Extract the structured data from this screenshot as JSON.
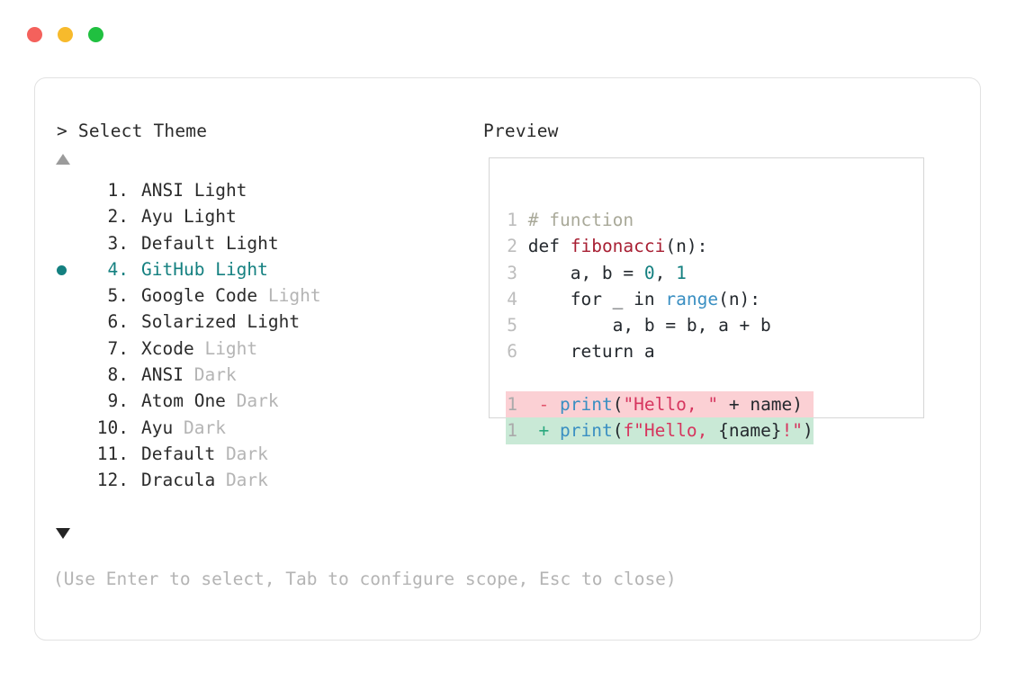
{
  "window": {
    "dots": [
      {
        "name": "close-dot",
        "color": "#f4615c"
      },
      {
        "name": "minimize-dot",
        "color": "#f7ba2c"
      },
      {
        "name": "maximize-dot",
        "color": "#20c040"
      }
    ]
  },
  "header": {
    "prompt": "> Select Theme",
    "preview_label": "Preview"
  },
  "scroll": {
    "up_indicator": "▲",
    "down_indicator": "▼"
  },
  "theme_list": {
    "selected_index": 4,
    "items": [
      {
        "num": "1.",
        "name": "ANSI",
        "variant": "Light",
        "variant_dim": false,
        "selected": false
      },
      {
        "num": "2.",
        "name": "Ayu",
        "variant": "Light",
        "variant_dim": false,
        "selected": false
      },
      {
        "num": "3.",
        "name": "Default",
        "variant": "Light",
        "variant_dim": false,
        "selected": false
      },
      {
        "num": "4.",
        "name": "GitHub",
        "variant": "Light",
        "variant_dim": false,
        "selected": true
      },
      {
        "num": "5.",
        "name": "Google Code",
        "variant": "Light",
        "variant_dim": true,
        "selected": false
      },
      {
        "num": "6.",
        "name": "Solarized",
        "variant": "Light",
        "variant_dim": false,
        "selected": false
      },
      {
        "num": "7.",
        "name": "Xcode",
        "variant": "Light",
        "variant_dim": true,
        "selected": false
      },
      {
        "num": "8.",
        "name": "ANSI",
        "variant": "Dark",
        "variant_dim": true,
        "selected": false
      },
      {
        "num": "9.",
        "name": "Atom One",
        "variant": "Dark",
        "variant_dim": true,
        "selected": false
      },
      {
        "num": "10.",
        "name": "Ayu",
        "variant": "Dark",
        "variant_dim": true,
        "selected": false
      },
      {
        "num": "11.",
        "name": "Default",
        "variant": "Dark",
        "variant_dim": true,
        "selected": false
      },
      {
        "num": "12.",
        "name": "Dracula",
        "variant": "Dark",
        "variant_dim": true,
        "selected": false
      }
    ]
  },
  "hint": "(Use Enter to select, Tab to configure scope, Esc to close)",
  "preview": {
    "code_lines": [
      {
        "ln": "1",
        "kind": "normal",
        "tokens": [
          {
            "t": "# function",
            "c": "comment"
          }
        ]
      },
      {
        "ln": "2",
        "kind": "normal",
        "tokens": [
          {
            "t": "def ",
            "c": "plain"
          },
          {
            "t": "fibonacci",
            "c": "func"
          },
          {
            "t": "(n):",
            "c": "plain"
          }
        ]
      },
      {
        "ln": "3",
        "kind": "normal",
        "tokens": [
          {
            "t": "    a, b = ",
            "c": "plain"
          },
          {
            "t": "0",
            "c": "num"
          },
          {
            "t": ", ",
            "c": "plain"
          },
          {
            "t": "1",
            "c": "num"
          }
        ]
      },
      {
        "ln": "4",
        "kind": "normal",
        "tokens": [
          {
            "t": "    for _ in ",
            "c": "plain"
          },
          {
            "t": "range",
            "c": "builtin"
          },
          {
            "t": "(n):",
            "c": "plain"
          }
        ]
      },
      {
        "ln": "5",
        "kind": "normal",
        "tokens": [
          {
            "t": "        a, b = b, a + b",
            "c": "plain"
          }
        ]
      },
      {
        "ln": "6",
        "kind": "normal",
        "tokens": [
          {
            "t": "    return a",
            "c": "plain"
          }
        ]
      },
      {
        "ln": "",
        "kind": "blank",
        "tokens": []
      },
      {
        "ln": "1",
        "kind": "diff-del",
        "tokens": [
          {
            "t": " - ",
            "c": "minus"
          },
          {
            "t": "print",
            "c": "builtin"
          },
          {
            "t": "(",
            "c": "plain"
          },
          {
            "t": "\"Hello, \"",
            "c": "string"
          },
          {
            "t": " + name)",
            "c": "plain"
          }
        ]
      },
      {
        "ln": "1",
        "kind": "diff-add",
        "tokens": [
          {
            "t": " + ",
            "c": "plus"
          },
          {
            "t": "print",
            "c": "builtin"
          },
          {
            "t": "(",
            "c": "plain"
          },
          {
            "t": "f\"Hello, ",
            "c": "string"
          },
          {
            "t": "{name}",
            "c": "plain"
          },
          {
            "t": "!\"",
            "c": "string"
          },
          {
            "t": ")",
            "c": "plain"
          }
        ]
      }
    ]
  },
  "colors": {
    "accent_teal": "#148080",
    "text_primary": "#2b2b2b",
    "text_dim": "#b4b4b4",
    "diff_del_bg": "#fbd0d4",
    "diff_add_bg": "#c9e9d6",
    "card_border": "#e2e2e2",
    "preview_border": "#d6d6d6"
  }
}
